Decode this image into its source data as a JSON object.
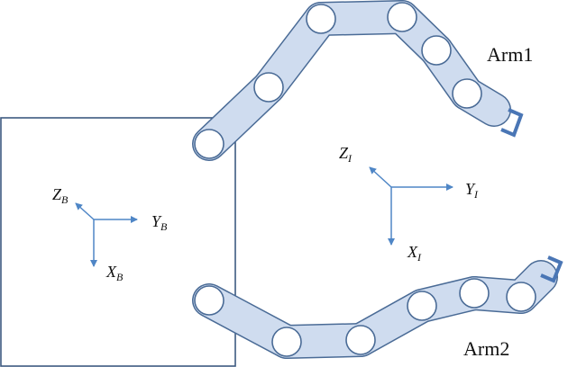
{
  "labels": {
    "arm1": "Arm1",
    "arm2": "Arm2"
  },
  "base_frame": {
    "z": "Z",
    "z_sub": "B",
    "y": "Y",
    "y_sub": "B",
    "x": "X",
    "x_sub": "B"
  },
  "inertial_frame": {
    "z": "Z",
    "z_sub": "I",
    "y": "Y",
    "y_sub": "I",
    "x": "X",
    "x_sub": "I"
  },
  "colors": {
    "link_fill": "#cfdcef",
    "link_stroke": "#4a6b96",
    "joint_fill": "#ffffff",
    "box_stroke": "#3d5a80",
    "axis_arrow": "#4f86c6",
    "gripper": "#4a76b5"
  }
}
